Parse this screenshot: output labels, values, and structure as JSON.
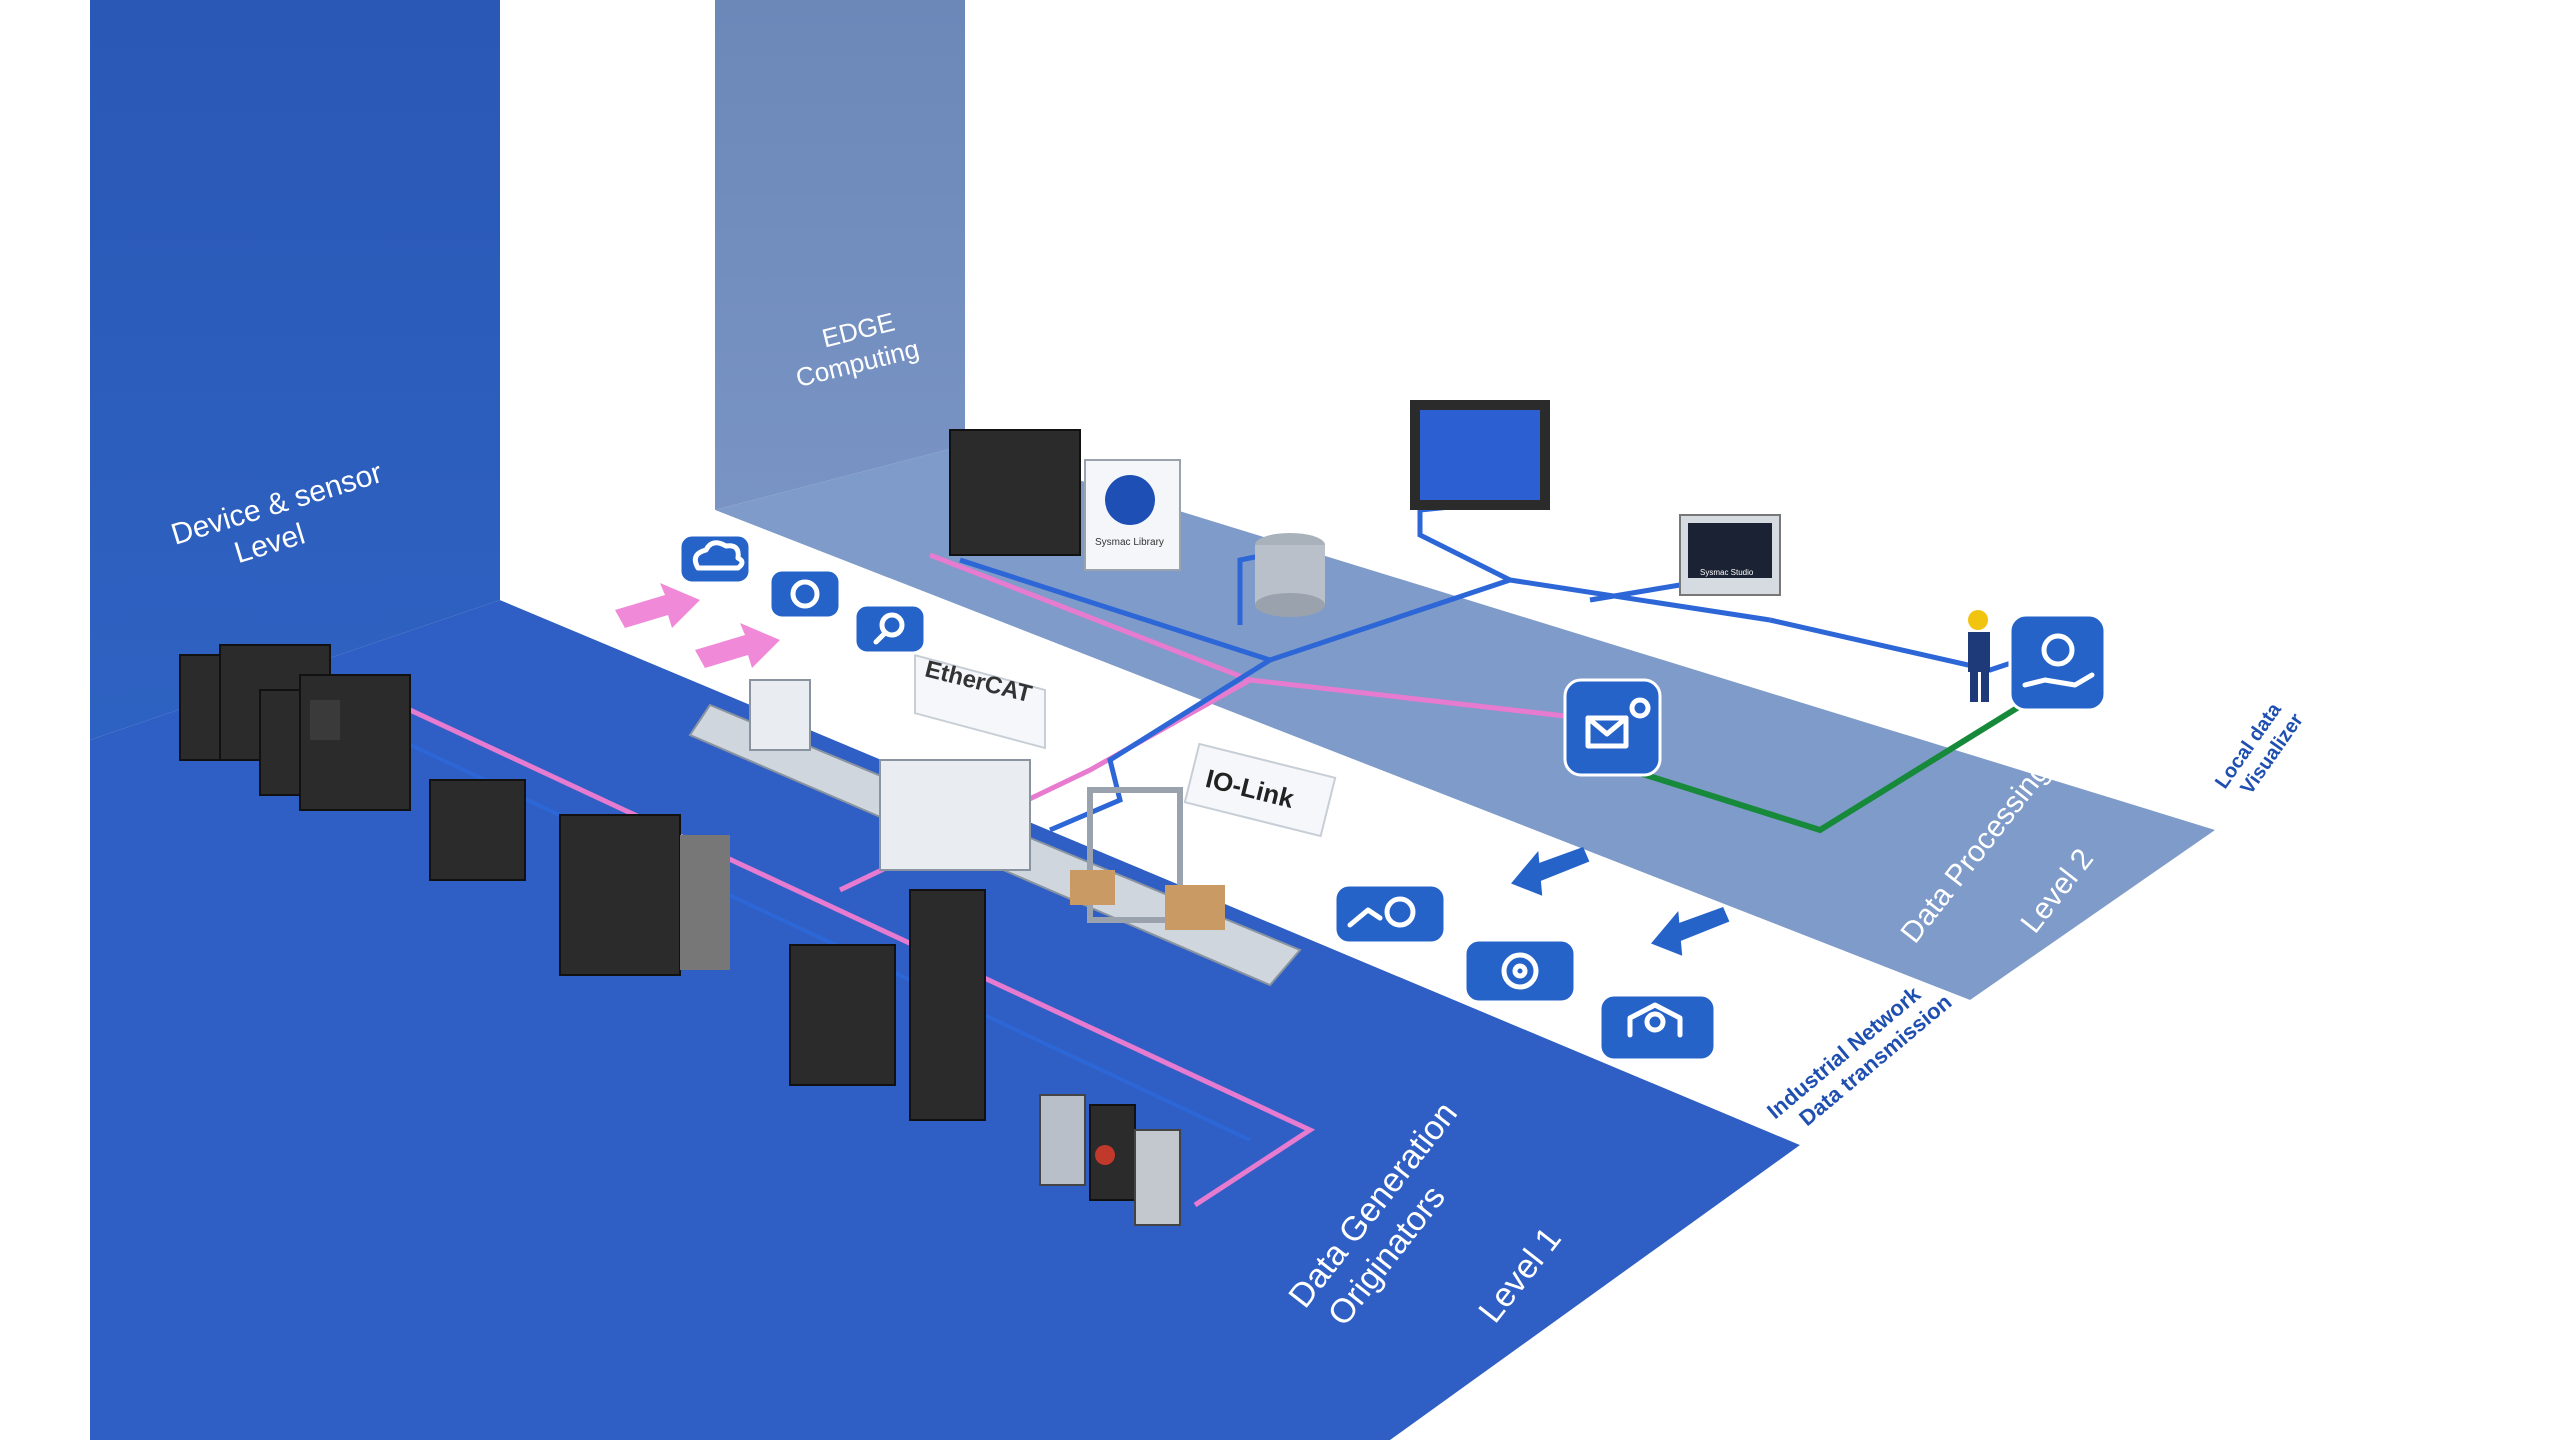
{
  "labels": {
    "device_sensor": [
      "Device & sensor",
      "Level"
    ],
    "edge": [
      "EDGE",
      "Computing"
    ],
    "data_generation": [
      "Data Generation",
      "Originators"
    ],
    "level1": "Level 1",
    "data_processing": "Data Processing",
    "level2": "Level 2",
    "industrial_network": [
      "Industrial Network",
      "Data transmission"
    ],
    "local_data": [
      "Local data",
      "Visualizer"
    ]
  },
  "badges": {
    "ethercat": "EtherCAT",
    "iolink": "IO-Link",
    "sysmac_library": "Sysmac Library",
    "sysmac_studio": "Sysmac Studio"
  },
  "colors": {
    "level1_floor": "#2f5fc4",
    "wall_blue": "#2a5ab8",
    "edge_wall": "#6f8fc0",
    "level2_floor": "#7f9bc9",
    "network_pink": "#e67bd0",
    "network_blue": "#2d66d6",
    "network_green": "#17893a",
    "arrow_pink": "#f08ad8",
    "arrow_blue": "#2563c9"
  },
  "icons": [
    "cloud-icon",
    "gear-cycle-icon",
    "search-icon",
    "chart-gear-icon",
    "gear-network-icon",
    "gear-house-icon",
    "alarm-mail-icon",
    "hand-gear-icon",
    "database-icon",
    "monitor-icon",
    "tablet-icon",
    "operator-icon"
  ]
}
